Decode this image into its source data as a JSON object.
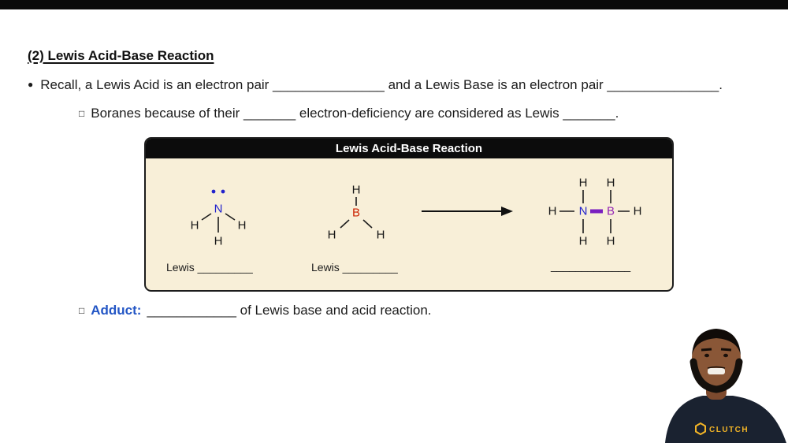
{
  "title": "(2) Lewis Acid-Base Reaction",
  "recall_line": {
    "bullet": "●",
    "text": "Recall, a Lewis Acid is an electron pair _______________ and a Lewis Base is an electron pair _______________."
  },
  "boranes_line": {
    "marker": "□",
    "text": "Boranes because of their _______ electron-deficiency are considered as Lewis _______."
  },
  "diagram": {
    "title": "Lewis Acid-Base Reaction",
    "atoms": {
      "h": "H",
      "n": "N",
      "b": "B"
    },
    "ammonia_label": "Lewis _________",
    "borane_label": "Lewis _________",
    "adduct_label": "_____________"
  },
  "adduct_line": {
    "marker": "□",
    "label": "Adduct:",
    "text": "____________ of Lewis base and acid reaction."
  },
  "instructor": {
    "shirt_text": "CLUTCH"
  },
  "colors": {
    "nitrogen_blue": "#2222cc",
    "boron_red": "#cc2200",
    "boron_purple": "#9326b5",
    "nb_bond_purple": "#7a1fc0",
    "adduct_label_blue": "#2356c5",
    "diagram_bg": "#f8efd8",
    "diagram_header_bg": "#0c0c0c",
    "logo_yellow": "#f2b426"
  }
}
